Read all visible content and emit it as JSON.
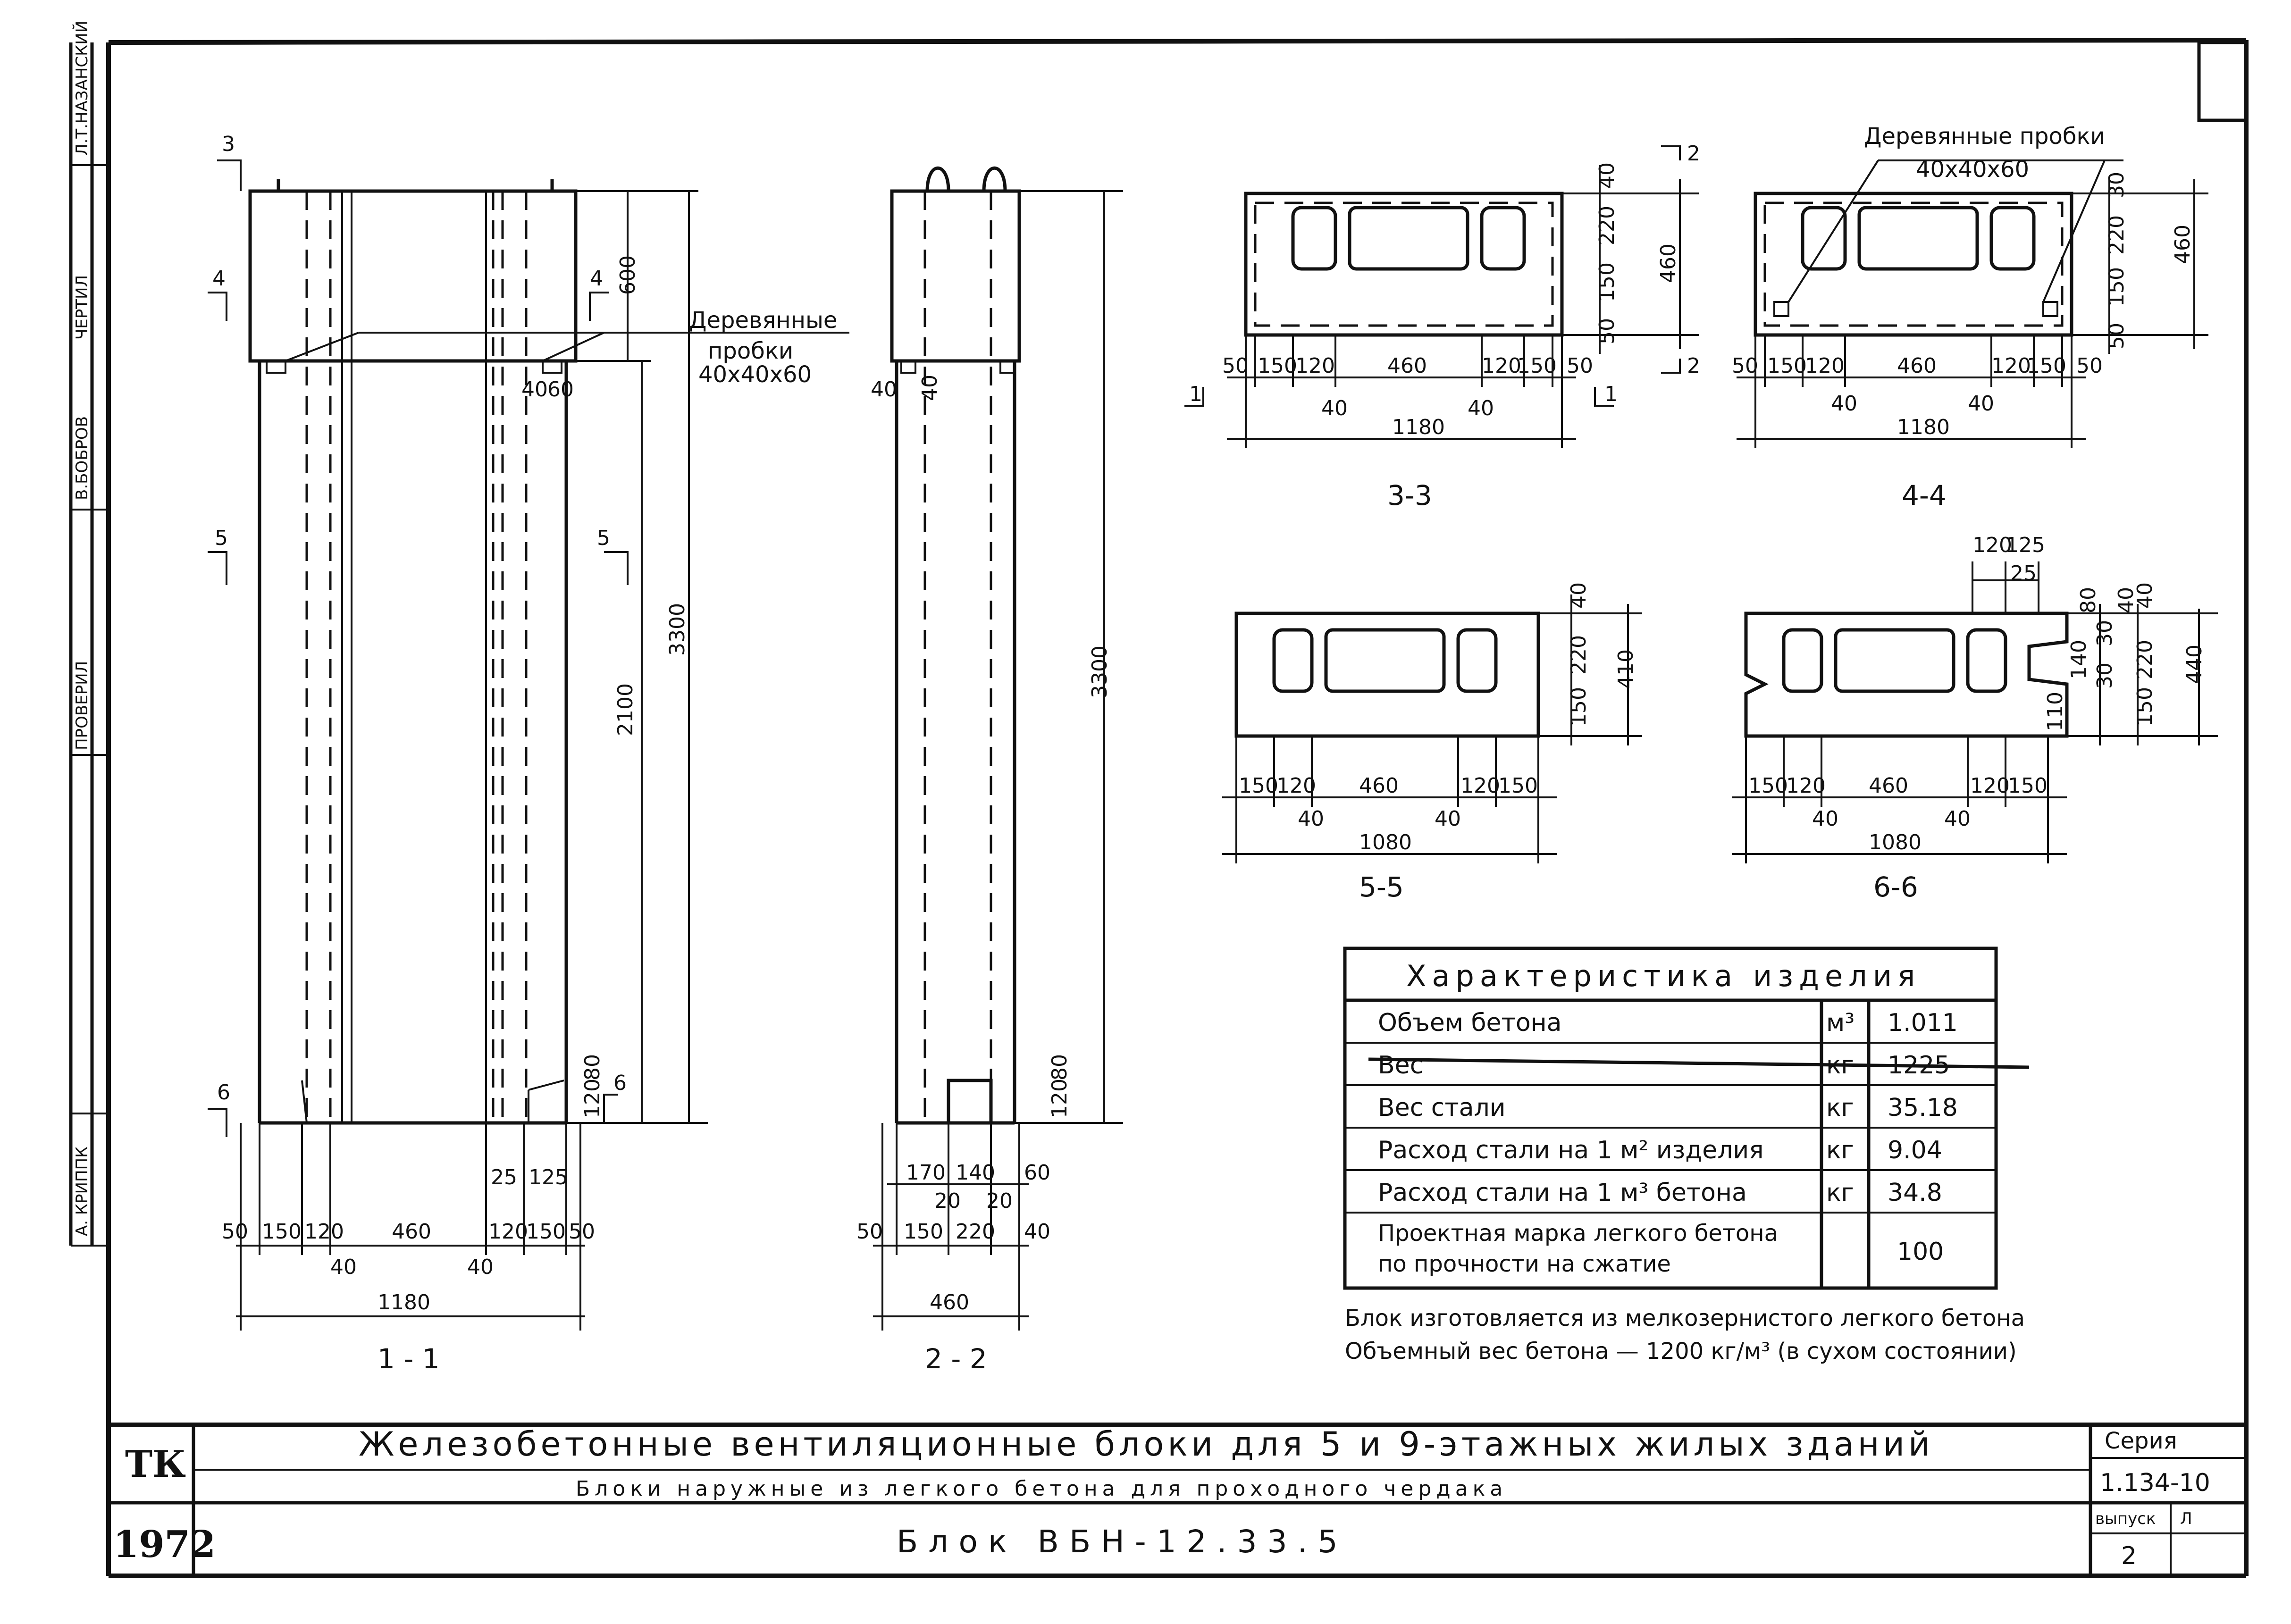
{
  "drawing": {
    "side_stamps": [
      "Л.Т.НАЗАНСКИЙ",
      "ЧЕРТИЛ",
      "В.БОБРОВ",
      "ПРОВЕРИЛ",
      "А. КРИППК"
    ],
    "sections": {
      "s11": {
        "caption": "1 - 1",
        "dims_bottom": [
          "50",
          "150",
          "120",
          "460",
          "120",
          "150",
          "50"
        ],
        "dims_mid": [
          "40",
          "40"
        ],
        "total": "1180",
        "right_dims": [
          "600",
          "2100",
          "3300"
        ],
        "top_small": [
          "40",
          "60"
        ],
        "bottom_small": [
          "25",
          "125",
          "80",
          "120"
        ],
        "marks": [
          "3",
          "4",
          "4",
          "5",
          "5",
          "6",
          "6"
        ],
        "plug_label": [
          "Деревянные",
          "пробки",
          "40x40x60"
        ]
      },
      "s22": {
        "caption": "2 - 2",
        "dims_bottom": [
          "50",
          "150",
          "220",
          "40"
        ],
        "dims_upper": [
          "170",
          "140",
          "60"
        ],
        "dims_mid": [
          "20",
          "20"
        ],
        "total": "460",
        "right_dims": [
          "3300",
          "80",
          "120"
        ],
        "top_small": [
          "40",
          "40"
        ]
      },
      "s33": {
        "caption": "3-3",
        "dims_bottom": [
          "50",
          "150",
          "120",
          "460",
          "120",
          "150",
          "50"
        ],
        "dims_mid": [
          "40",
          "40"
        ],
        "total": "1180",
        "right_dims": [
          "40",
          "220",
          "150",
          "50",
          "460"
        ],
        "marks": [
          "1",
          "1",
          "2",
          "2"
        ]
      },
      "s44": {
        "caption": "4-4",
        "dims_bottom": [
          "50",
          "150",
          "120",
          "460",
          "120",
          "150",
          "50"
        ],
        "dims_mid": [
          "40",
          "40"
        ],
        "total": "1180",
        "right_dims": [
          "30",
          "220",
          "150",
          "50",
          "460"
        ],
        "plug_label": [
          "Деревянные пробки",
          "40x40x60"
        ]
      },
      "s55": {
        "caption": "5-5",
        "dims_bottom": [
          "150",
          "120",
          "460",
          "120",
          "150"
        ],
        "dims_mid": [
          "40",
          "40"
        ],
        "total": "1080",
        "right_dims": [
          "40",
          "220",
          "150",
          "410"
        ]
      },
      "s66": {
        "caption": "6-6",
        "dims_bottom": [
          "150",
          "120",
          "460",
          "120",
          "150"
        ],
        "dims_mid": [
          "40",
          "40"
        ],
        "total": "1080",
        "top_dims": [
          "120",
          "125",
          "25"
        ],
        "right_dims": [
          "40",
          "80",
          "40",
          "220",
          "150",
          "440",
          "140",
          "30",
          "30",
          "110"
        ]
      }
    },
    "table": {
      "title": "Характеристика изделия",
      "rows": [
        {
          "label": "Объем бетона",
          "unit": "м³",
          "value": "1.011"
        },
        {
          "label": "Вес",
          "unit": "кг",
          "value": "1225"
        },
        {
          "label": "Вес стали",
          "unit": "кг",
          "value": "35.18"
        },
        {
          "label": "Расход стали на 1 м² изделия",
          "unit": "кг",
          "value": "9.04"
        },
        {
          "label": "Расход стали на 1 м³ бетона",
          "unit": "кг",
          "value": "34.8"
        },
        {
          "label": "Проектная марка легкого бетона",
          "label2": "по прочности на сжатие",
          "unit": "",
          "value": "100"
        }
      ]
    },
    "notes": [
      "Блок изготовляется из мелкозернистого легкого бетона",
      "Объемный вес бетона — 1200 кг/м³ (в сухом состоянии)"
    ]
  },
  "title_block": {
    "org": "ТК",
    "year": "1972",
    "title_line1": "Железобетонные вентиляционные блоки для 5 и 9-этажных жилых зданий",
    "title_line2": "Блоки наружные из легкого бетона для проходного чердака",
    "block_name": "Блок ВБН-12.33.5",
    "series_label": "Серия",
    "series_value": "1.134-10",
    "issue_label": "выпуск",
    "issue_value": "2",
    "sheet_label": "Л"
  }
}
